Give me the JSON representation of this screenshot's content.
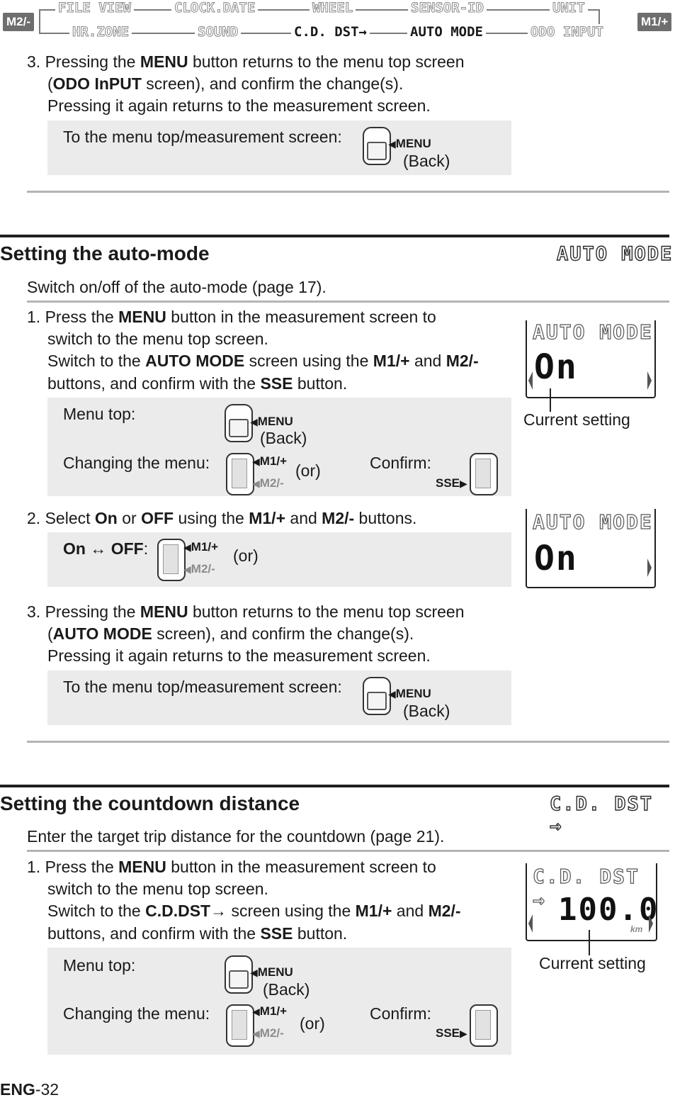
{
  "nav": {
    "left_button": "M2/-",
    "right_button": "M1/+",
    "row1": [
      "FILE VIEW",
      "CLOCK.DATE",
      "WHEEL",
      "SENSOR-ID",
      "UNIT"
    ],
    "row2": [
      "HR.ZONE",
      "SOUND",
      "C.D. DST→",
      "AUTO MODE",
      "ODO INPUT"
    ]
  },
  "odo_step3": {
    "num": "3.",
    "t1": "Pressing the ",
    "b1": "MENU",
    "t2": " button returns to the menu top screen",
    "p": "(",
    "b2": "ODO InPUT",
    "t3": " screen), and confirm the change(s).",
    "t4": "Pressing it again returns to the measurement screen.",
    "box_label": "To the menu top/measurement screen:",
    "btn": "MENU",
    "btn_sub": "(Back)"
  },
  "auto": {
    "title": "Setting the auto-mode",
    "lcd_title": "AUTO MODE",
    "intro": "Switch on/off of the auto-mode (page 17).",
    "step1": {
      "num": "1.",
      "a": "Press the ",
      "ab": "MENU",
      "a2": " button in the measurement screen to",
      "b": "switch to the menu top screen.",
      "c": "Switch to the ",
      "cb": "AUTO MODE",
      "c2": " screen using the ",
      "cb2": "M1/+",
      "c3": " and ",
      "cb3": "M2/-",
      "d": "buttons, and confirm with the ",
      "db": "SSE",
      "d2": " button."
    },
    "box1": {
      "menu_top": "Menu top:",
      "menu_btn": "MENU",
      "back": "(Back)",
      "changing": "Changing the menu:",
      "m1": "M1/+",
      "m2": "M2/-",
      "or": "(or)",
      "confirm": "Confirm:",
      "sse": "SSE"
    },
    "lcd1": {
      "head": "AUTO MODE",
      "value": "On",
      "caption": "Current setting"
    },
    "step2": {
      "num": "2.",
      "a": "Select ",
      "ab": "On",
      "a2": " or ",
      "ab2": "OFF",
      "a3": " using the ",
      "ab3": "M1/+",
      "a4": " and ",
      "ab4": "M2/-",
      "a5": " buttons."
    },
    "box2": {
      "on": "On",
      "arrow": "↔",
      "off": "OFF",
      "colon": ":",
      "m1": "M1/+",
      "m2": "M2/-",
      "or": "(or)"
    },
    "lcd2": {
      "head": "AUTO MODE",
      "value": "On"
    },
    "step3": {
      "num": "3.",
      "t1": "Pressing the ",
      "b1": "MENU",
      "t2": " button returns to the menu top screen",
      "p": "(",
      "b2": "AUTO MODE",
      "t3": " screen), and confirm the change(s).",
      "t4": "Pressing it again returns to the measurement screen.",
      "box_label": "To the menu top/measurement screen:",
      "btn": "MENU",
      "btn_sub": "(Back)"
    }
  },
  "cd": {
    "title": "Setting the countdown distance",
    "lcd_title": "C.D. DST →",
    "intro": "Enter the target trip distance for the countdown (page 21).",
    "step1": {
      "num": "1.",
      "a": "Press the ",
      "ab": "MENU",
      "a2": " button in the measurement screen to",
      "b": "switch to the menu top screen.",
      "c": "Switch to the ",
      "cb": "C.D.DST",
      "carrow": "→",
      "c2": " screen using the ",
      "cb2": "M1/+",
      "c3": " and ",
      "cb3": "M2/-",
      "d": "buttons, and confirm with the ",
      "db": "SSE",
      "d2": " button."
    },
    "box1": {
      "menu_top": "Menu top:",
      "menu_btn": "MENU",
      "back": "(Back)",
      "changing": "Changing the menu:",
      "m1": "M1/+",
      "m2": "M2/-",
      "or": "(or)",
      "confirm": "Confirm:",
      "sse": "SSE"
    },
    "lcd": {
      "head": "C.D. DST →",
      "value": "100.0",
      "unit": "km",
      "caption": "Current setting"
    }
  },
  "footer": {
    "prefix": "ENG",
    "page": "-32"
  }
}
